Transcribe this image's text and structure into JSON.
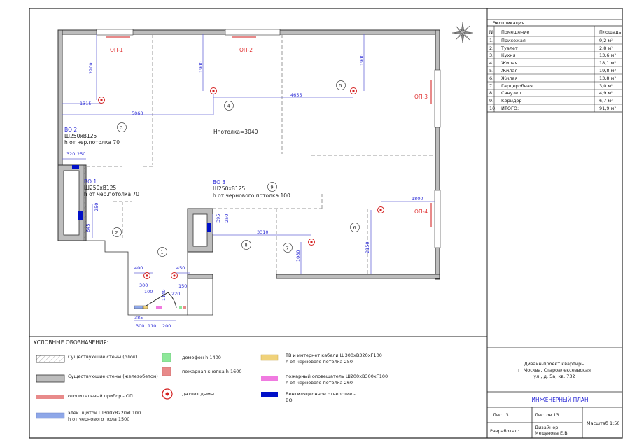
{
  "frame": {
    "bg": "#ffffff"
  },
  "plan": {
    "ceiling_height": "Hпотолка=3040",
    "heaters": [
      {
        "label": "ОП-1"
      },
      {
        "label": "ОП-2"
      },
      {
        "label": "ОП-3"
      },
      {
        "label": "ОП-4"
      }
    ],
    "rooms": [
      "1",
      "2",
      "3",
      "4",
      "5",
      "6",
      "7",
      "8",
      "9"
    ],
    "vents": [
      {
        "title": "ВО 2",
        "size": "Ш250хВ125",
        "note": "h от чер.потолка 70"
      },
      {
        "title": "ВО 1",
        "size": "Ш250хВ125",
        "note": "h от чер.потолка 70"
      },
      {
        "title": "ВО 3",
        "size": "Ш250хВ125",
        "note": "h от чернового потолка 100"
      }
    ],
    "dims": {
      "d2200": "2200",
      "d1315": "1315",
      "d5060": "5060",
      "d1900a": "1900",
      "d4655": "4655",
      "d1900b": "1900",
      "d320": "320",
      "d250a": "250",
      "d250b": "250",
      "d645": "645",
      "d395": "395",
      "d250c": "250",
      "d3310": "3310",
      "d1080": "1080",
      "d1800": "1800",
      "d2150": "2150",
      "d400": "400",
      "d450": "450",
      "d300a": "300",
      "d100": "100",
      "d1140": "1140",
      "d150": "150",
      "d220": "220",
      "d385": "385",
      "d300b": "300",
      "d110": "110",
      "d200": "200"
    }
  },
  "explication": {
    "title": "Экспликация",
    "headers": [
      "№",
      "Помещение",
      "Площадь"
    ],
    "rows": [
      [
        "1.",
        "Прихожая",
        "9,2 м²"
      ],
      [
        "2.",
        "Туалет",
        "2,8 м²"
      ],
      [
        "3.",
        "Кухня",
        "13,6 м²"
      ],
      [
        "4.",
        "Жилая",
        "18,1 м²"
      ],
      [
        "5.",
        "Жилая",
        "19,8 м²"
      ],
      [
        "6.",
        "Жилая",
        "13,8 м²"
      ],
      [
        "7.",
        "Гардеробная",
        "3,0 м²"
      ],
      [
        "8.",
        "Санузел",
        "4,9 м²"
      ],
      [
        "9.",
        "Коридор",
        "6,7 м²"
      ],
      [
        "10.",
        "ИТОГО:",
        "91,9 м²"
      ]
    ]
  },
  "legend": {
    "title": "УСЛОВНЫЕ ОБОЗНАЧЕНИЯ:",
    "items": {
      "walls_block": "Существующие стены (блок)",
      "walls_concrete": "Существующие стены (железобетон)",
      "heater": "отопительный прибор - ОП",
      "panel_l1": "элек. щиток Ш300хВ220хГ100",
      "panel_l2": "h от чернового пола 1500",
      "intercom": "домофон h 1400",
      "fire_button": "пожарная кнопка h 1600",
      "smoke": "датчик дымы",
      "tv_l1": "ТВ и интернет кабели Ш300хВ320хГ100",
      "tv_l2": "h от чернового потолка 250",
      "fire_alarm_l1": "пожарный оповещатель Ш200хВ300хГ100",
      "fire_alarm_l2": "h от чернового потолка 260",
      "vent_l1": "Вентиляционное отверстие -",
      "vent_l2": "ВО"
    },
    "colors": {
      "heater": "#e88a8a",
      "panel": "#8ea7e8",
      "intercom": "#8ee89a",
      "fire_button": "#e88a8a",
      "tv": "#f0d27a",
      "fire_alarm": "#f07ae0",
      "vent": "#0010c8",
      "smoke": "#d42020"
    }
  },
  "title_block": {
    "project_l1": "Дизайн-проект квартиры",
    "project_l2": "г. Москва, Староалексеевская",
    "project_l3": "ул., д. 5а, кв. 732",
    "sheet_title": "ИНЖЕНЕРНЫЙ ПЛАН",
    "sheet": "Лист 3",
    "sheets": "Листов 13",
    "developed_label": "Разработал:",
    "designer_l1": "Дизайнер",
    "designer_l2": "Медунова Е.В.",
    "scale": "Масштаб 1:50"
  }
}
